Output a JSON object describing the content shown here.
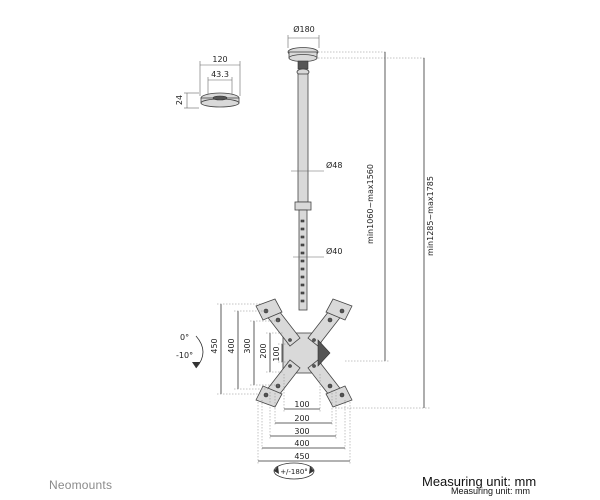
{
  "brand": "Neomounts",
  "measuring_unit": "Measuring unit: mm",
  "measuring_unit_small": "Measuring unit: mm",
  "dims": {
    "ceiling_plate_dia": "Ø180",
    "small_plate_width": "120",
    "small_plate_inner": "43.3",
    "small_plate_height": "24",
    "tube_outer_dia": "Ø48",
    "tube_inner_dia": "Ø40",
    "height_short": "min1060~max1560",
    "height_long": "min1285~max1785",
    "tilt_up": "0°",
    "tilt_down": "-10°",
    "rotation": "+/-180°",
    "vesa_v": [
      "450",
      "400",
      "300",
      "200",
      "100"
    ],
    "vesa_h": [
      "100",
      "200",
      "300",
      "400",
      "450"
    ]
  }
}
